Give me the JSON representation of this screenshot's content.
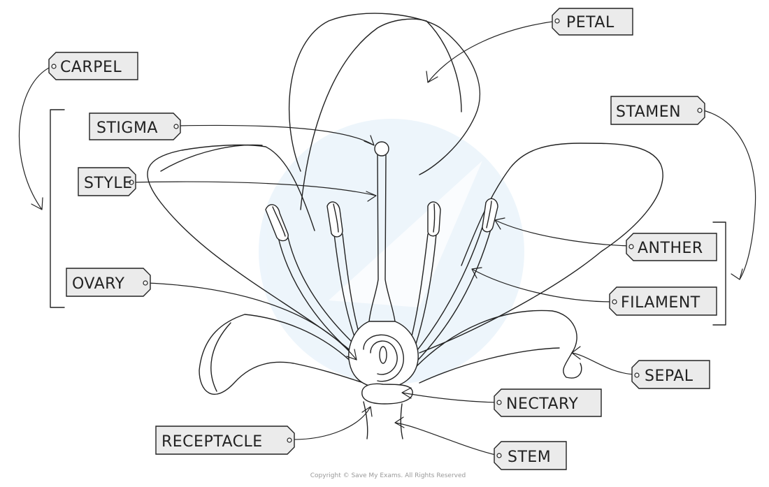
{
  "labels": {
    "petal": "PETAL",
    "carpel": "CARPEL",
    "stigma": "STIGMA",
    "style": "STYLE",
    "ovary": "OVARY",
    "stamen": "STAMEN",
    "anther": "ANTHER",
    "filament": "FILAMENT",
    "sepal": "SEPAL",
    "nectary": "NECTARY",
    "receptacle": "RECEPTACLE",
    "stem": "STEM"
  },
  "footer": {
    "copyright": "Copyright © Save My Exams. All Rights Reserved"
  },
  "colors": {
    "ink": "#222222",
    "tag_fill": "#ebebeb",
    "watermark": "#e9f3fb"
  }
}
